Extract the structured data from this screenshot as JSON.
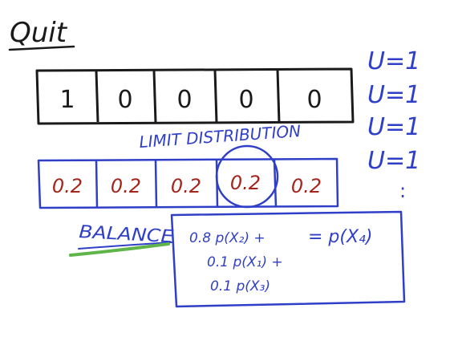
{
  "title": "Quit",
  "state_row": {
    "cells": [
      "1",
      "0",
      "0",
      "0",
      "0"
    ]
  },
  "u_values": [
    "U=1",
    "U=1",
    "U=1",
    "U=1"
  ],
  "continuation": ":",
  "limit_label": "LIMIT DISTRIBUTION",
  "dist_row": {
    "cells": [
      "0.2",
      "0.2",
      "0.2",
      "0.2",
      "0.2"
    ],
    "circled_index": 3
  },
  "balance": {
    "label": "BALANCE",
    "lhs_lines": [
      "0.8 p(X₂) +",
      "0.1 p(X₁) +",
      "0.1 p(X₃)"
    ],
    "rhs": "= p(X₄)"
  },
  "colors": {
    "ink_black": "#1a1a1a",
    "ink_blue": "#2f3fc8",
    "ink_red": "#a3261e",
    "ink_green": "#5fb54a",
    "background": "#ffffff"
  }
}
